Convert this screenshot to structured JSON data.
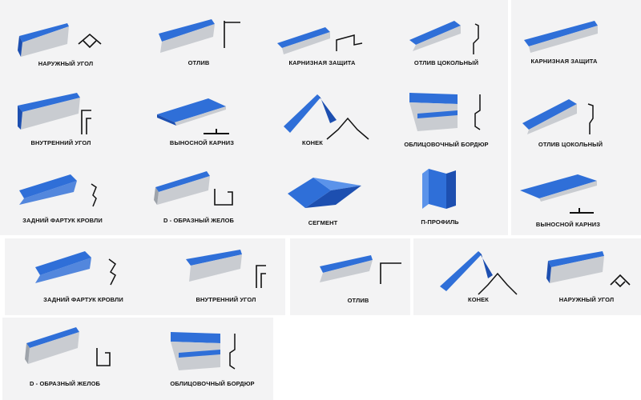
{
  "colors": {
    "metal_blue": "#2f6fd8",
    "metal_dark": "#1d4fb0",
    "metal_light": "#5b93ea",
    "metal_back": "#c9ccd1",
    "panel": "#f3f3f4",
    "section_line": "#111111"
  },
  "products": [
    {
      "label": "НАРУЖНЫЙ УГОЛ",
      "shape": "outer-corner"
    },
    {
      "label": "ОТЛИВ",
      "shape": "drip"
    },
    {
      "label": "КАРНИЗНАЯ ЗАЩИТА",
      "shape": "eaves-guard"
    },
    {
      "label": "ОТЛИВ ЦОКОЛЬНЫЙ",
      "shape": "base-drip"
    },
    {
      "label": "КАРНИЗНАЯ ЗАЩИТА",
      "shape": "eaves-guard"
    },
    {
      "label": "ВНУТРЕННИЙ УГОЛ",
      "shape": "inner-corner"
    },
    {
      "label": "ВЫНОСНОЙ КАРНИЗ",
      "shape": "soffit"
    },
    {
      "label": "КОНЕК",
      "shape": "ridge"
    },
    {
      "label": "ОБЛИЦОВОЧНЫЙ БОРДЮР",
      "shape": "facing-border"
    },
    {
      "label": "ОТЛИВ ЦОКОЛЬНЫЙ",
      "shape": "base-drip"
    },
    {
      "label": "ЗАДНИЙ ФАРТУК КРОВЛИ",
      "shape": "rear-apron"
    },
    {
      "label": "D - ОБРАЗНЫЙ ЖЕЛОБ",
      "shape": "d-gutter"
    },
    {
      "label": "СЕГМЕНТ",
      "shape": "segment"
    },
    {
      "label": "П-ПРОФИЛЬ",
      "shape": "p-profile"
    },
    {
      "label": "ВЫНОСНОЙ КАРНИЗ",
      "shape": "soffit"
    },
    {
      "label": "ЗАДНИЙ ФАРТУК КРОВЛИ",
      "shape": "rear-apron"
    },
    {
      "label": "ВНУТРЕННИЙ УГОЛ",
      "shape": "inner-corner"
    },
    {
      "label": "ОТЛИВ",
      "shape": "drip"
    },
    {
      "label": "КОНЕК",
      "shape": "ridge"
    },
    {
      "label": "НАРУЖНЫЙ УГОЛ",
      "shape": "outer-corner"
    },
    {
      "label": "D - ОБРАЗНЫЙ ЖЕЛОБ",
      "shape": "d-gutter"
    },
    {
      "label": "ОБЛИЦОВОЧНЫЙ БОРДЮР",
      "shape": "facing-border"
    }
  ]
}
